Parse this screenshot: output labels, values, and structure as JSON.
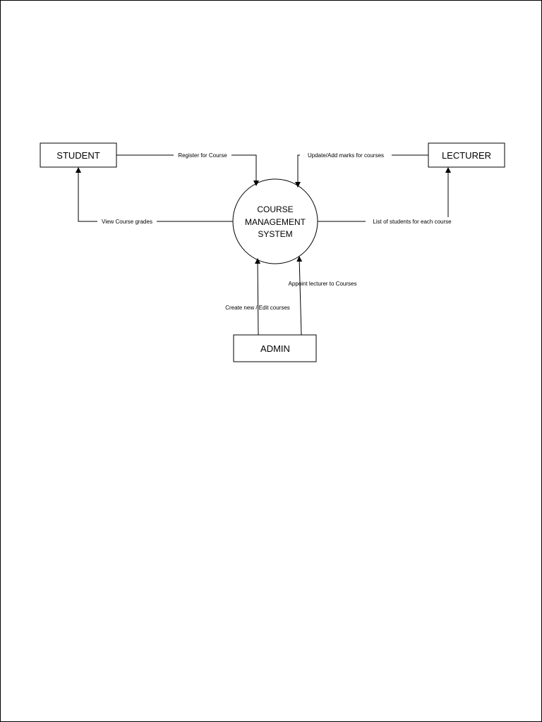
{
  "entities": {
    "student": "STUDENT",
    "lecturer": "LECTURER",
    "admin": "ADMIN"
  },
  "process": {
    "line1": "COURSE",
    "line2": "MANAGEMENT",
    "line3": "SYSTEM"
  },
  "flows": {
    "register": "Register for Course",
    "update_marks": "Update/Add marks for courses",
    "view_grades": "View Course grades",
    "list_students": "List of students for each course",
    "appoint_lecturer": "Appoint lecturer to Courses",
    "create_courses": "Create new / Edit courses"
  }
}
